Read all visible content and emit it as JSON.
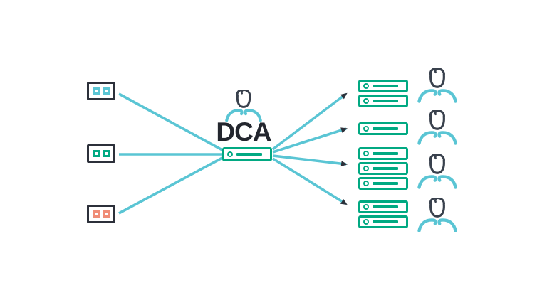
{
  "dca": {
    "label": "DCA",
    "person_icon": "admin-person-icon",
    "server_icon": "dca-appliance-icon"
  },
  "colors": {
    "green": "#01a982",
    "cyan": "#5ac5d4",
    "dark": "#2c303a",
    "ink": "#23262e",
    "head": "#39414d",
    "salmon": "#f08d77",
    "bg": "#ffffff"
  },
  "devices": [
    {
      "name": "client-device-cyan",
      "color": "#5ac5d4"
    },
    {
      "name": "client-device-green",
      "color": "#01a982"
    },
    {
      "name": "client-device-salmon",
      "color": "#f08d77"
    }
  ],
  "server_groups": [
    {
      "name": "target-group-1",
      "server_count": 2,
      "has_user": true
    },
    {
      "name": "target-group-2",
      "server_count": 1,
      "has_user": true
    },
    {
      "name": "target-group-3",
      "server_count": 3,
      "has_user": true
    },
    {
      "name": "target-group-4",
      "server_count": 2,
      "has_user": true
    }
  ]
}
